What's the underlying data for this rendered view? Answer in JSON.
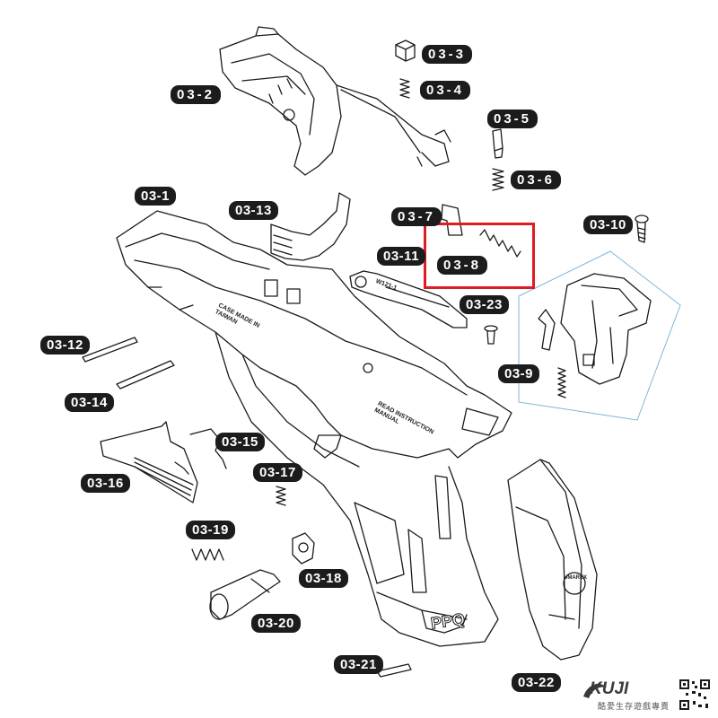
{
  "labels": {
    "p03_1": "03-1",
    "p03_2": "03-2",
    "p03_3": "03-3",
    "p03_4": "03-4",
    "p03_5": "03-5",
    "p03_6": "03-6",
    "p03_7": "03-7",
    "p03_8": "03-8",
    "p03_9": "03-9",
    "p03_10": "03-10",
    "p03_11": "03-11",
    "p03_12": "03-12",
    "p03_13": "03-13",
    "p03_14": "03-14",
    "p03_15": "03-15",
    "p03_16": "03-16",
    "p03_17": "03-17",
    "p03_18": "03-18",
    "p03_19": "03-19",
    "p03_20": "03-20",
    "p03_21": "03-21",
    "p03_22": "03-22",
    "p03_23": "03-23"
  },
  "embossed": {
    "w121": "W121-1",
    "read_manual": "READ INSTRUCTION MANUAL",
    "case_made": "CASE MADE IN TAIWAN",
    "grip_logo": "PPQ",
    "umarex": "UMAREX"
  },
  "brand": {
    "name": "KUJI",
    "tagline": "酷愛生存遊戲專賣"
  },
  "colors": {
    "outline": "#1a1a1a",
    "highlight": "#e01b24",
    "tag_bg": "#1c1c1c",
    "tag_text": "#ffffff",
    "assembly_box": "#7fb7d6"
  }
}
